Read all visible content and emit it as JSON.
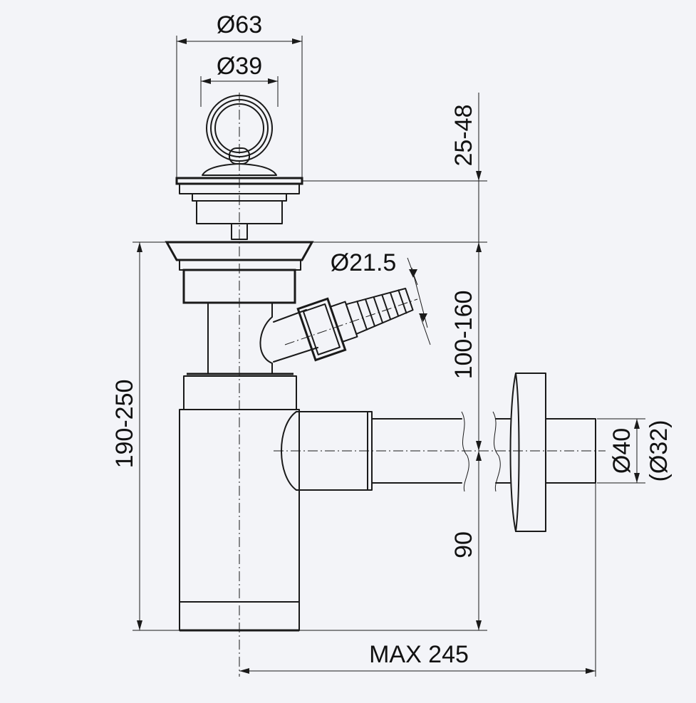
{
  "dimensions": {
    "top_outer_diameter": "Ø63",
    "top_inner_diameter": "Ø39",
    "plug_height": "25-48",
    "side_inlet_diameter": "Ø21.5",
    "body_height": "100-160",
    "total_height": "190-250",
    "outlet_height": "90",
    "outlet_diameter": "Ø40",
    "outlet_diameter_alt": "(Ø32)",
    "max_length": "MAX 245"
  },
  "colors": {
    "background": "#f3f4f8",
    "line": "#1a1a1a"
  }
}
